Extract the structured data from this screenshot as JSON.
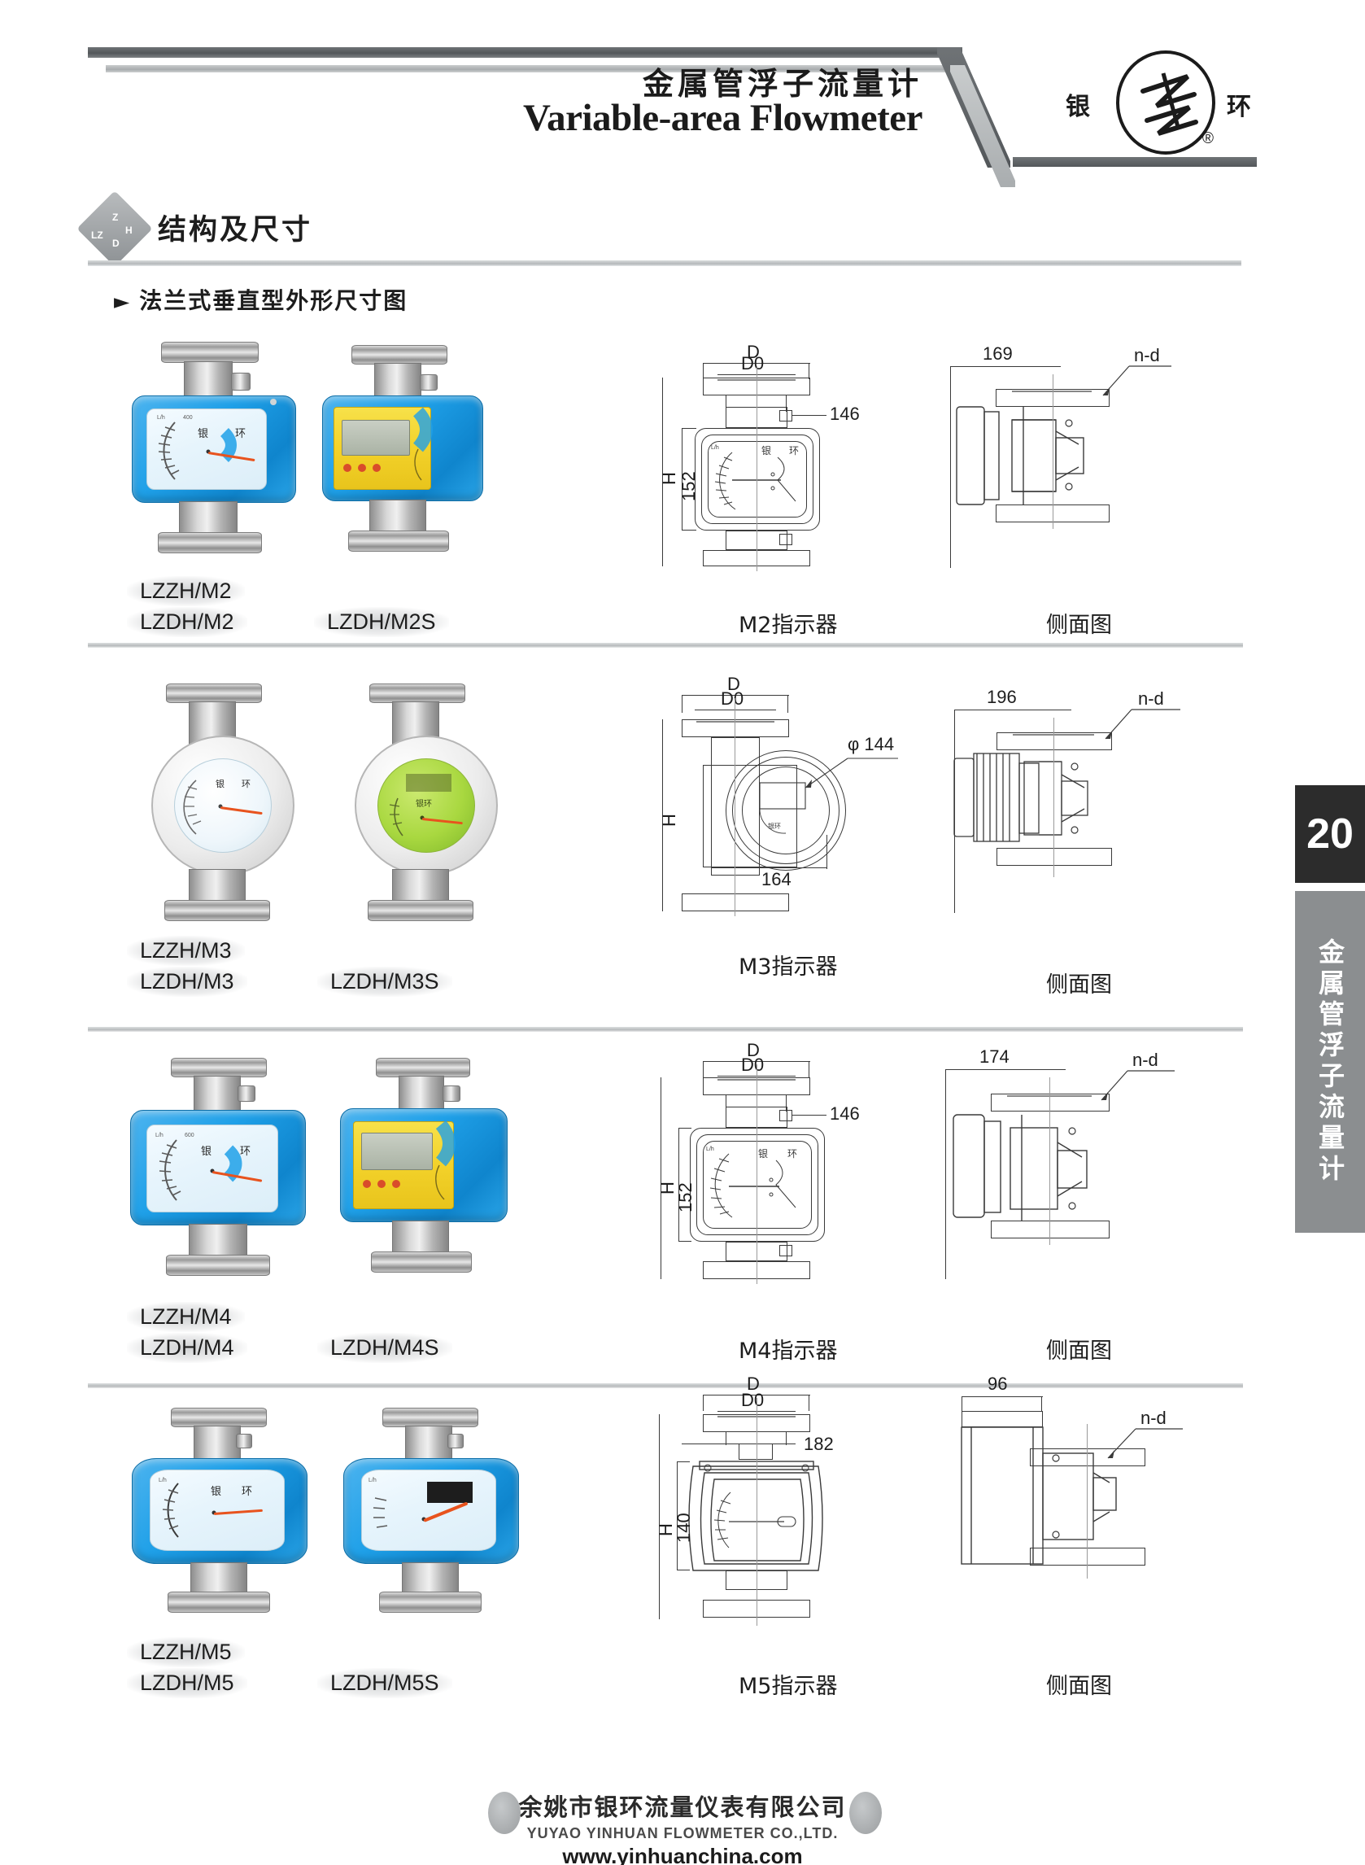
{
  "header": {
    "title_zh": "金属管浮子流量计",
    "title_en": "Variable-area Flowmeter",
    "brand_left": "银",
    "brand_right": "环",
    "brand_reg": "®"
  },
  "section": {
    "diamond": {
      "lz": "LZ",
      "z": "Z",
      "d": "D",
      "h": "H"
    },
    "title": "结构及尺寸",
    "subtitle": "法兰式垂直型外形尺寸图",
    "subtitle_arrow": "►"
  },
  "rows": [
    {
      "model_top": "LZZH/M2",
      "model_bottom": "LZDH/M2",
      "model_mid": "LZDH/M2S",
      "indicator_caption": "M2指示器",
      "side_caption": "侧面图",
      "dims": {
        "D": "D",
        "D0": "D0",
        "width": "146",
        "height": "152",
        "H": "H"
      },
      "side_dims": {
        "width": "169",
        "holes": "n-d"
      }
    },
    {
      "model_top": "LZZH/M3",
      "model_bottom": "LZDH/M3",
      "model_mid": "LZDH/M3S",
      "indicator_caption": "M3指示器",
      "side_caption": "侧面图",
      "dims": {
        "D": "D",
        "D0": "D0",
        "diameter": "φ 144",
        "width": "164",
        "H": "H"
      },
      "side_dims": {
        "width": "196",
        "holes": "n-d"
      }
    },
    {
      "model_top": "LZZH/M4",
      "model_bottom": "LZDH/M4",
      "model_mid": "LZDH/M4S",
      "indicator_caption": "M4指示器",
      "side_caption": "侧面图",
      "dims": {
        "D": "D",
        "D0": "D0",
        "width": "146",
        "height": "152",
        "H": "H"
      },
      "side_dims": {
        "width": "174",
        "holes": "n-d"
      }
    },
    {
      "model_top": "LZZH/M5",
      "model_bottom": "LZDH/M5",
      "model_mid": "LZDH/M5S",
      "indicator_caption": "M5指示器",
      "side_caption": "侧面图",
      "dims": {
        "D": "D",
        "D0": "D0",
        "width": "182",
        "height": "140",
        "H": "H"
      },
      "side_dims": {
        "width": "96",
        "holes": "n-d"
      }
    }
  ],
  "page_tab": {
    "number": "20",
    "vertical_text": "金属管浮子流量计"
  },
  "footer": {
    "company_zh": "余姚市银环流量仪表有限公司",
    "company_en": "YUYAO YINHUAN FLOWMETER CO.,LTD.",
    "website": "www.yinhuanchina.com"
  },
  "dial_text": {
    "unit": "L/h",
    "brand": "银环"
  }
}
